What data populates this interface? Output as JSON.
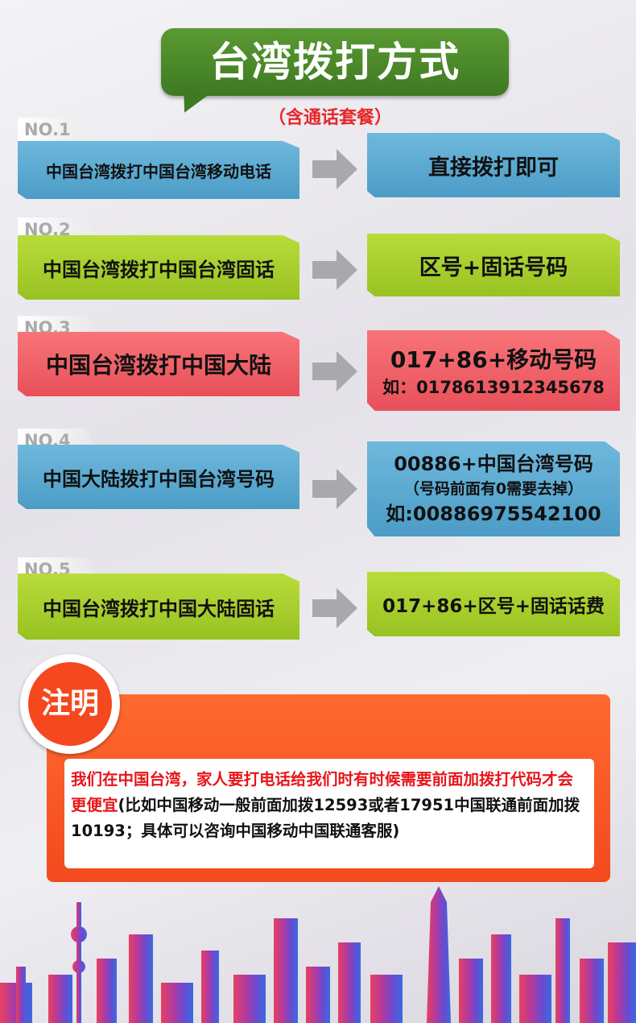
{
  "title": "台湾拨打方式",
  "subtitle": "（含通话套餐）",
  "rows": [
    {
      "no": "NO.1",
      "from": "中国台湾拨打中国台湾移动电话",
      "to": [
        "直接拨打即可"
      ],
      "color": "#5aaad0"
    },
    {
      "no": "NO.2",
      "from": "中国台湾拨打中国台湾固话",
      "to": [
        "区号+固话号码"
      ],
      "color": "#a8d02a"
    },
    {
      "no": "NO.3",
      "from": "中国台湾拨打中国大陆",
      "to": [
        "017+86+移动号码",
        "如：0178613912345678"
      ],
      "color": "#f0606a"
    },
    {
      "no": "NO.4",
      "from": "中国大陆拨打中国台湾号码",
      "to": [
        "00886+中国台湾号码",
        "（号码前面有0需要去掉）",
        "如:00886975542100"
      ],
      "color": "#5aaad0"
    },
    {
      "no": "NO.5",
      "from": "中国台湾拨打中国大陆固话",
      "to": [
        "017+86+区号+固话话费"
      ],
      "color": "#a8d02a"
    }
  ],
  "note": {
    "badge": "注明",
    "highlight": "我们在中国台湾，家人要打电话给我们时有时候需要前面加拨打代码才会更便宜",
    "body": "(比如中国移动一般前面加拨12593或者17951中国联通前面加拨10193；具体可以咨询中国移动中国联通客服)",
    "color": "#f5501e"
  }
}
